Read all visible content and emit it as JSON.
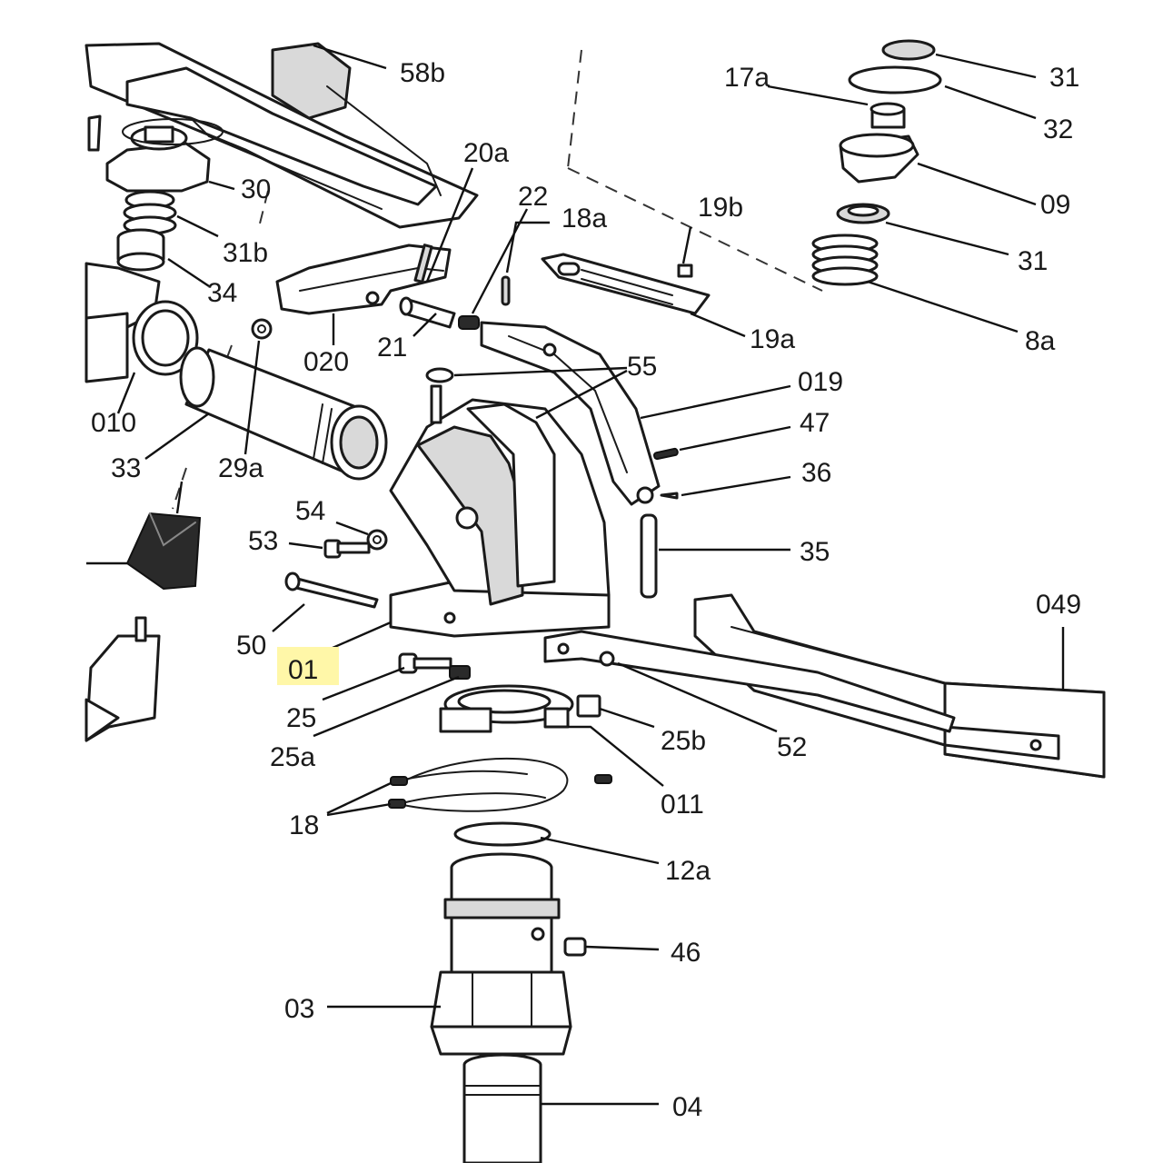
{
  "diagram": {
    "highlight_color": "#fff7a8",
    "line_color": "#1a1a1a",
    "labels": {
      "l58b": "58b",
      "l31a": "31",
      "l17a": "17a",
      "l32": "32",
      "l30": "30",
      "l20a": "20a",
      "l22": "22",
      "l18a": "18a",
      "l19b": "19b",
      "l09": "09",
      "l31b": "31b",
      "l31c": "31",
      "l34": "34",
      "l020": "020",
      "l21": "21",
      "l19a": "19a",
      "l8a": "8a",
      "l55": "55",
      "l019": "019",
      "l010": "010",
      "l47": "47",
      "l33": "33",
      "l29a": "29a",
      "l36": "36",
      "l54": "54",
      "l53": "53",
      "l35": "35",
      "l049": "049",
      "l50": "50",
      "l01": "01",
      "l25": "25",
      "l25a": "25a",
      "l25b": "25b",
      "l52": "52",
      "l011": "011",
      "l18": "18",
      "l12a": "12a",
      "l46": "46",
      "l03": "03",
      "l04": "04"
    }
  }
}
